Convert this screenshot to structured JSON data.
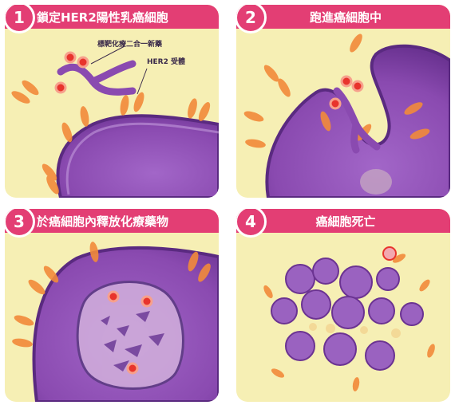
{
  "steps": [
    {
      "number": "1",
      "title": "鎖定HER2陽性乳癌細胞"
    },
    {
      "number": "2",
      "title": "跑進癌細胞中"
    },
    {
      "number": "3",
      "title": "於癌細胞內釋放化療藥物"
    },
    {
      "number": "4",
      "title": "癌細胞死亡"
    }
  ],
  "labels": {
    "drug": "標靶化療二合一新藥",
    "receptor": "HER2 受體"
  },
  "colors": {
    "title_bar": "#e33e74",
    "background": "#f6efb4",
    "cell_fill": "#8a4ab0",
    "cell_edge": "#5a2a80",
    "receptor": "#f28a3a",
    "drug_particle": "#e8342c"
  }
}
